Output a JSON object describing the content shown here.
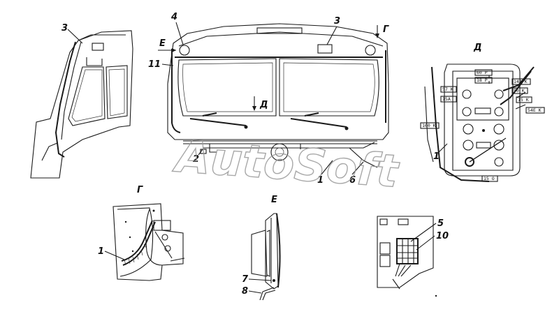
{
  "callouts": {
    "c3_left": "3",
    "c4": "4",
    "cE_arrow": "Е",
    "c11": "11",
    "c3_right": "3",
    "cG_arrow": "Г",
    "cD_arrow": "Д",
    "c2": "2",
    "c1_main": "1",
    "c6": "6",
    "d_title": "Д",
    "d_1": "1",
    "g_title": "Г",
    "g_1": "1",
    "e_title": "Е",
    "e_7": "7",
    "e_8": "8",
    "r_5": "5",
    "r_10": "10"
  },
  "connector_tags": {
    "t60p": "60 Р",
    "t18p": "18 Р",
    "t57k": "57 К",
    "t15a": "15А",
    "t14ak": "14А К",
    "t50k": "50 К",
    "t15k": "15 К",
    "t54ek": "54Е К",
    "t160k": "160 К",
    "t150": "15 О"
  },
  "watermark": "AutoSoft"
}
